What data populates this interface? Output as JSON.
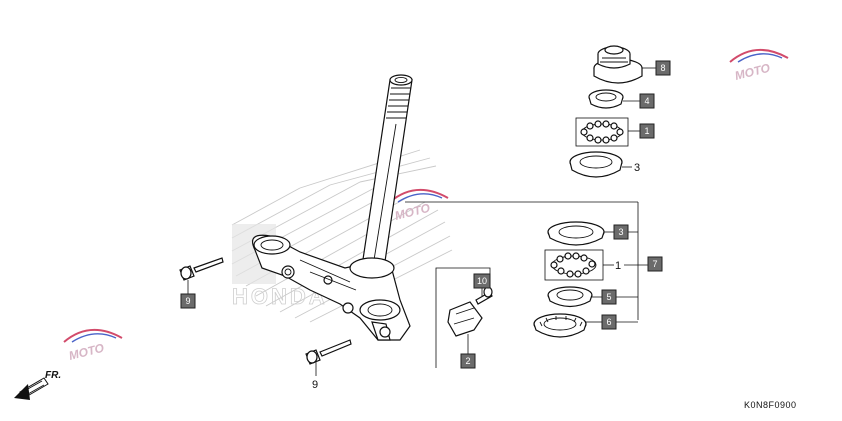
{
  "diagram_code": "K0N8F0900",
  "direction_label": "FR.",
  "watermark_text": "MOTO",
  "background_brand": "HONDA",
  "callouts": {
    "c8": "8",
    "c4": "4",
    "c1a": "1",
    "c3a": "3",
    "c3b": "3",
    "c1b": "1",
    "c7": "7",
    "c5": "5",
    "c6": "6",
    "c10": "10",
    "c2": "2",
    "c9a": "9",
    "c9b": "9"
  },
  "colors": {
    "callout_fill": "#6b6b6b",
    "watermark_red": "#d24b6b",
    "watermark_blue": "#4a63c8"
  }
}
